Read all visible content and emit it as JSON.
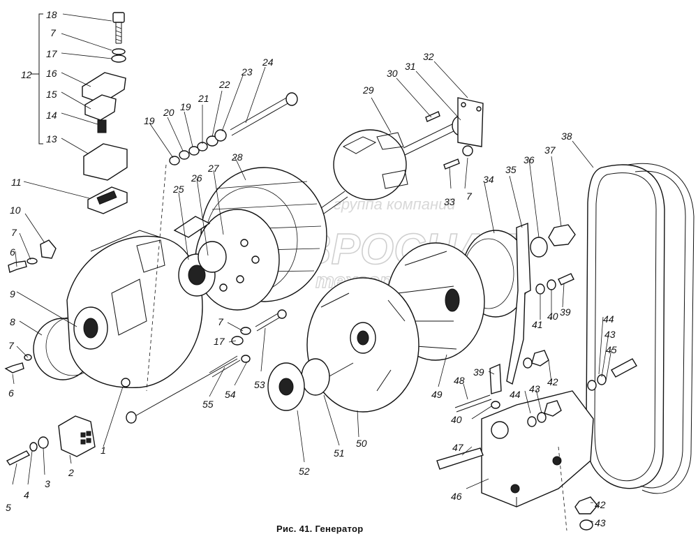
{
  "caption": "Рис. 41. Генератор",
  "watermark": {
    "line1": "группа компаний",
    "line2": "АВРОСНАБ",
    "line3": "техсервис"
  },
  "labels": [
    {
      "id": "l18a",
      "text": "18"
    },
    {
      "id": "l7a",
      "text": "7"
    },
    {
      "id": "l17a",
      "text": "17"
    },
    {
      "id": "l12",
      "text": "12"
    },
    {
      "id": "l16",
      "text": "16"
    },
    {
      "id": "l15",
      "text": "15"
    },
    {
      "id": "l14",
      "text": "14"
    },
    {
      "id": "l13",
      "text": "13"
    },
    {
      "id": "l11",
      "text": "11"
    },
    {
      "id": "l10",
      "text": "10"
    },
    {
      "id": "l7b",
      "text": "7"
    },
    {
      "id": "l6a",
      "text": "6"
    },
    {
      "id": "l9",
      "text": "9"
    },
    {
      "id": "l8",
      "text": "8"
    },
    {
      "id": "l7c",
      "text": "7"
    },
    {
      "id": "l6b",
      "text": "6"
    },
    {
      "id": "l5",
      "text": "5"
    },
    {
      "id": "l4",
      "text": "4"
    },
    {
      "id": "l3",
      "text": "3"
    },
    {
      "id": "l2",
      "text": "2"
    },
    {
      "id": "l1",
      "text": "1"
    },
    {
      "id": "l19a",
      "text": "19"
    },
    {
      "id": "l20",
      "text": "20"
    },
    {
      "id": "l19b",
      "text": "19"
    },
    {
      "id": "l21",
      "text": "21"
    },
    {
      "id": "l22",
      "text": "22"
    },
    {
      "id": "l23",
      "text": "23"
    },
    {
      "id": "l24",
      "text": "24"
    },
    {
      "id": "l25",
      "text": "25"
    },
    {
      "id": "l26",
      "text": "26"
    },
    {
      "id": "l27",
      "text": "27"
    },
    {
      "id": "l28",
      "text": "28"
    },
    {
      "id": "l29",
      "text": "29"
    },
    {
      "id": "l30",
      "text": "30"
    },
    {
      "id": "l31",
      "text": "31"
    },
    {
      "id": "l32",
      "text": "32"
    },
    {
      "id": "l33",
      "text": "33"
    },
    {
      "id": "l7d",
      "text": "7"
    },
    {
      "id": "l34",
      "text": "34"
    },
    {
      "id": "l35",
      "text": "35"
    },
    {
      "id": "l36",
      "text": "36"
    },
    {
      "id": "l37",
      "text": "37"
    },
    {
      "id": "l38",
      "text": "38"
    },
    {
      "id": "l41",
      "text": "41"
    },
    {
      "id": "l40a",
      "text": "40"
    },
    {
      "id": "l39a",
      "text": "39"
    },
    {
      "id": "l44a",
      "text": "44"
    },
    {
      "id": "l43a",
      "text": "43"
    },
    {
      "id": "l45",
      "text": "45"
    },
    {
      "id": "l7e",
      "text": "7"
    },
    {
      "id": "l17b",
      "text": "17"
    },
    {
      "id": "l53",
      "text": "53"
    },
    {
      "id": "l54",
      "text": "54"
    },
    {
      "id": "l55",
      "text": "55"
    },
    {
      "id": "l52",
      "text": "52"
    },
    {
      "id": "l51",
      "text": "51"
    },
    {
      "id": "l50",
      "text": "50"
    },
    {
      "id": "l49",
      "text": "49"
    },
    {
      "id": "l39b",
      "text": "39"
    },
    {
      "id": "l48",
      "text": "48"
    },
    {
      "id": "l40b",
      "text": "40"
    },
    {
      "id": "l43b",
      "text": "43"
    },
    {
      "id": "l44b",
      "text": "44"
    },
    {
      "id": "l42a",
      "text": "42"
    },
    {
      "id": "l47",
      "text": "47"
    },
    {
      "id": "l46",
      "text": "46"
    },
    {
      "id": "l42b",
      "text": "42"
    },
    {
      "id": "l43c",
      "text": "43"
    }
  ]
}
